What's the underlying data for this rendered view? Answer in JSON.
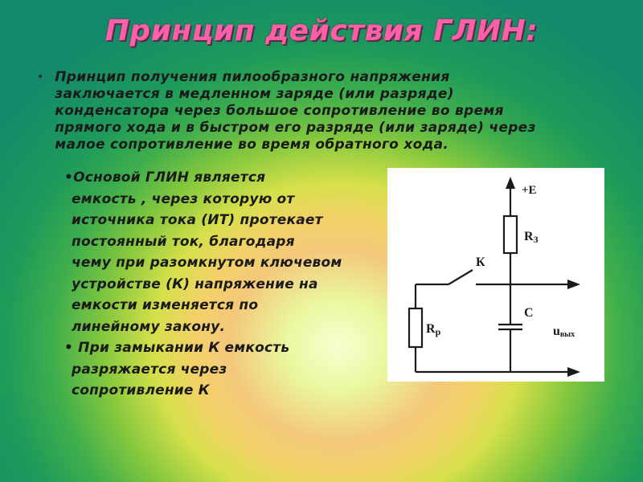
{
  "title": "Принцип действия ГЛИН:",
  "bullet1": {
    "marker": "•",
    "lines": [
      "Принцип получения пилообразного напряжения",
      "заключается в медленном заряде (или разряде)",
      "конденсатора через большое сопротивление во время",
      "прямого хода и в быстром его разряде (или заряде) через",
      "малое сопротивление во время обратного хода."
    ]
  },
  "bullet2": {
    "lines": [
      "•Основой ГЛИН является",
      "емкость , через которую от",
      "источника тока (ИТ) протекает",
      "постоянный ток, благодаря",
      "чему при разомкнутом ключевом",
      "устройстве (К) напряжение на",
      "емкости изменяется по",
      "линейному закону."
    ]
  },
  "bullet3": {
    "lines": [
      "• При замыкании К емкость",
      "разряжается через",
      "сопротивление К"
    ]
  },
  "circuit": {
    "supply_label": "+E",
    "r3_label": "R",
    "r3_sub": "3",
    "key_label": "К",
    "cap_label": "С",
    "rp_label": "R",
    "rp_sub": "р",
    "out_label": "u",
    "out_sub": "вых"
  }
}
